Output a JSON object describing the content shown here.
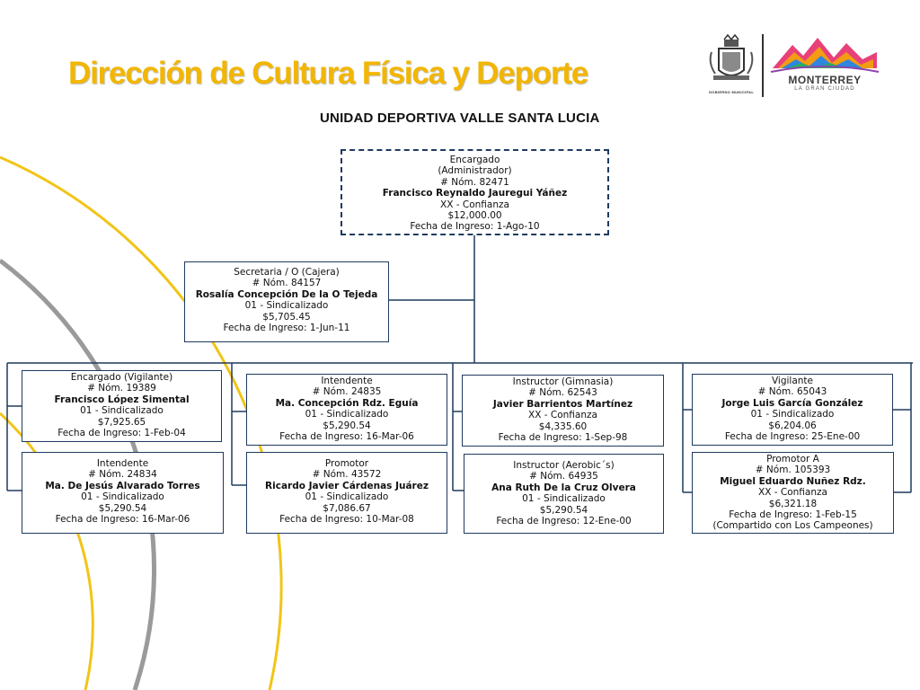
{
  "header": {
    "title": "Dirección de Cultura Física y Deporte",
    "subtitle": "UNIDAD DEPORTIVA VALLE SANTA LUCIA"
  },
  "logos": {
    "seal_caption": "GOBIERNO MUNICIPAL",
    "city_name": "MONTERREY",
    "city_tagline": "LA GRAN CIUDAD"
  },
  "colors": {
    "title": "#f2b600",
    "box_border": "#1f3a5f",
    "connector": "#1f3a5f",
    "arc_yellow": "#f2c417",
    "arc_gray": "#9a9a9a"
  },
  "org": {
    "root": {
      "role": "Encargado",
      "role2": "(Administrador)",
      "nomina": "# Nóm. 82471",
      "name": "Francisco Reynaldo Jauregui Yáñez",
      "status": "XX - Confianza",
      "salary": "$12,000.00",
      "ingreso": "Fecha de Ingreso:  1-Ago-10"
    },
    "secretaria": {
      "role": "Secretaria / O (Cajera)",
      "nomina": "# Nóm. 84157",
      "name": "Rosalía Concepción De la O Tejeda",
      "status": "01 - Sindicalizado",
      "salary": "$5,705.45",
      "ingreso": "Fecha de Ingreso:  1-Jun-11"
    },
    "staff": [
      {
        "role": "Encargado (Vigilante)",
        "nomina": "# Nóm. 19389",
        "name": "Francisco López  Simental",
        "status": "01 - Sindicalizado",
        "salary": "$7,925.65",
        "ingreso": "Fecha de Ingreso:  1-Feb-04"
      },
      {
        "role": "Intendente",
        "nomina": "# Nóm. 24835",
        "name": "Ma. Concepción Rdz. Eguía",
        "status": "01 - Sindicalizado",
        "salary": "$5,290.54",
        "ingreso": "Fecha de Ingreso:  16-Mar-06"
      },
      {
        "role": "Instructor  (Gimnasia)",
        "nomina": "# Nóm. 62543",
        "name": "Javier Barrientos Martínez",
        "status": "XX - Confianza",
        "salary": "$4,335.60",
        "ingreso": "Fecha de Ingreso:   1-Sep-98"
      },
      {
        "role": "Vigilante",
        "nomina": "# Nóm. 65043",
        "name": "Jorge Luis García González",
        "status": "01 - Sindicalizado",
        "salary": "$6,204.06",
        "ingreso": "Fecha de Ingreso:  25-Ene-00"
      },
      {
        "role": "Intendente",
        "nomina": "# Nóm. 24834",
        "name": "Ma. De Jesús Alvarado Torres",
        "status": "01 - Sindicalizado",
        "salary": "$5,290.54",
        "ingreso": "Fecha de Ingreso:  16-Mar-06"
      },
      {
        "role": "Promotor",
        "nomina": "# Nóm. 43572",
        "name": "Ricardo Javier  Cárdenas Juárez",
        "status": "01 - Sindicalizado",
        "salary": "$7,086.67",
        "ingreso": "Fecha de Ingreso:  10-Mar-08"
      },
      {
        "role": "Instructor   (Aerobic´s)",
        "nomina": "# Nóm. 64935",
        "name": "Ana Ruth De la Cruz Olvera",
        "status": "01 - Sindicalizado",
        "salary": "$5,290.54",
        "ingreso": "Fecha de Ingreso:  12-Ene-00"
      },
      {
        "role": "Promotor  A",
        "nomina": "# Nóm. 105393",
        "name": "Miguel Eduardo Nuñez Rdz.",
        "status": "XX - Confianza",
        "salary": "$6,321.18",
        "ingreso": "Fecha de Ingreso:  1-Feb-15",
        "note": "(Compartido con Los Campeones)"
      }
    ]
  }
}
